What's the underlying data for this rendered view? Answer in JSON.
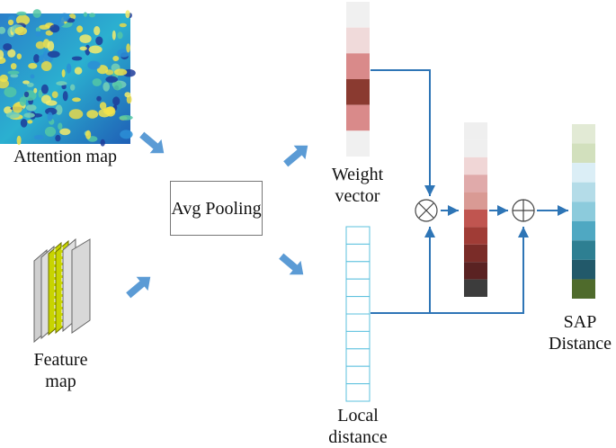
{
  "labels": {
    "attention_map": "Attention map",
    "feature_map": "Feature map",
    "avg_pooling": "Avg Pooling",
    "weight_vector": "Weight vector",
    "local_distance": "Local distance",
    "sap_distance": "SAP Distance"
  },
  "colors": {
    "flow_arrow": "#5b9bd5",
    "connector": "#2e75b6",
    "local_cell_border": "#5bc0de",
    "feature_highlight": "#c8d400"
  },
  "weight_vector_cells": [
    "#f0f0f0",
    "#f0dada",
    "#d98a8a",
    "#8a3a30",
    "#d98a8a",
    "#f0f0f0"
  ],
  "weighted_cells": [
    "#efefef",
    "#efefef",
    "#f0d6d6",
    "#e0aaaa",
    "#d99a94",
    "#c05550",
    "#a03c36",
    "#7a2c28",
    "#5a2222",
    "#3c3c3c"
  ],
  "sap_cells": [
    "#e2ead5",
    "#d2e0bd",
    "#dbeef6",
    "#b4dce8",
    "#8ccbdc",
    "#4fa8c2",
    "#2e7f92",
    "#22596a",
    "#4f6b2c"
  ],
  "local_distance_cell_count": 10,
  "operators": {
    "multiply": "⊗",
    "add": "⊕"
  }
}
